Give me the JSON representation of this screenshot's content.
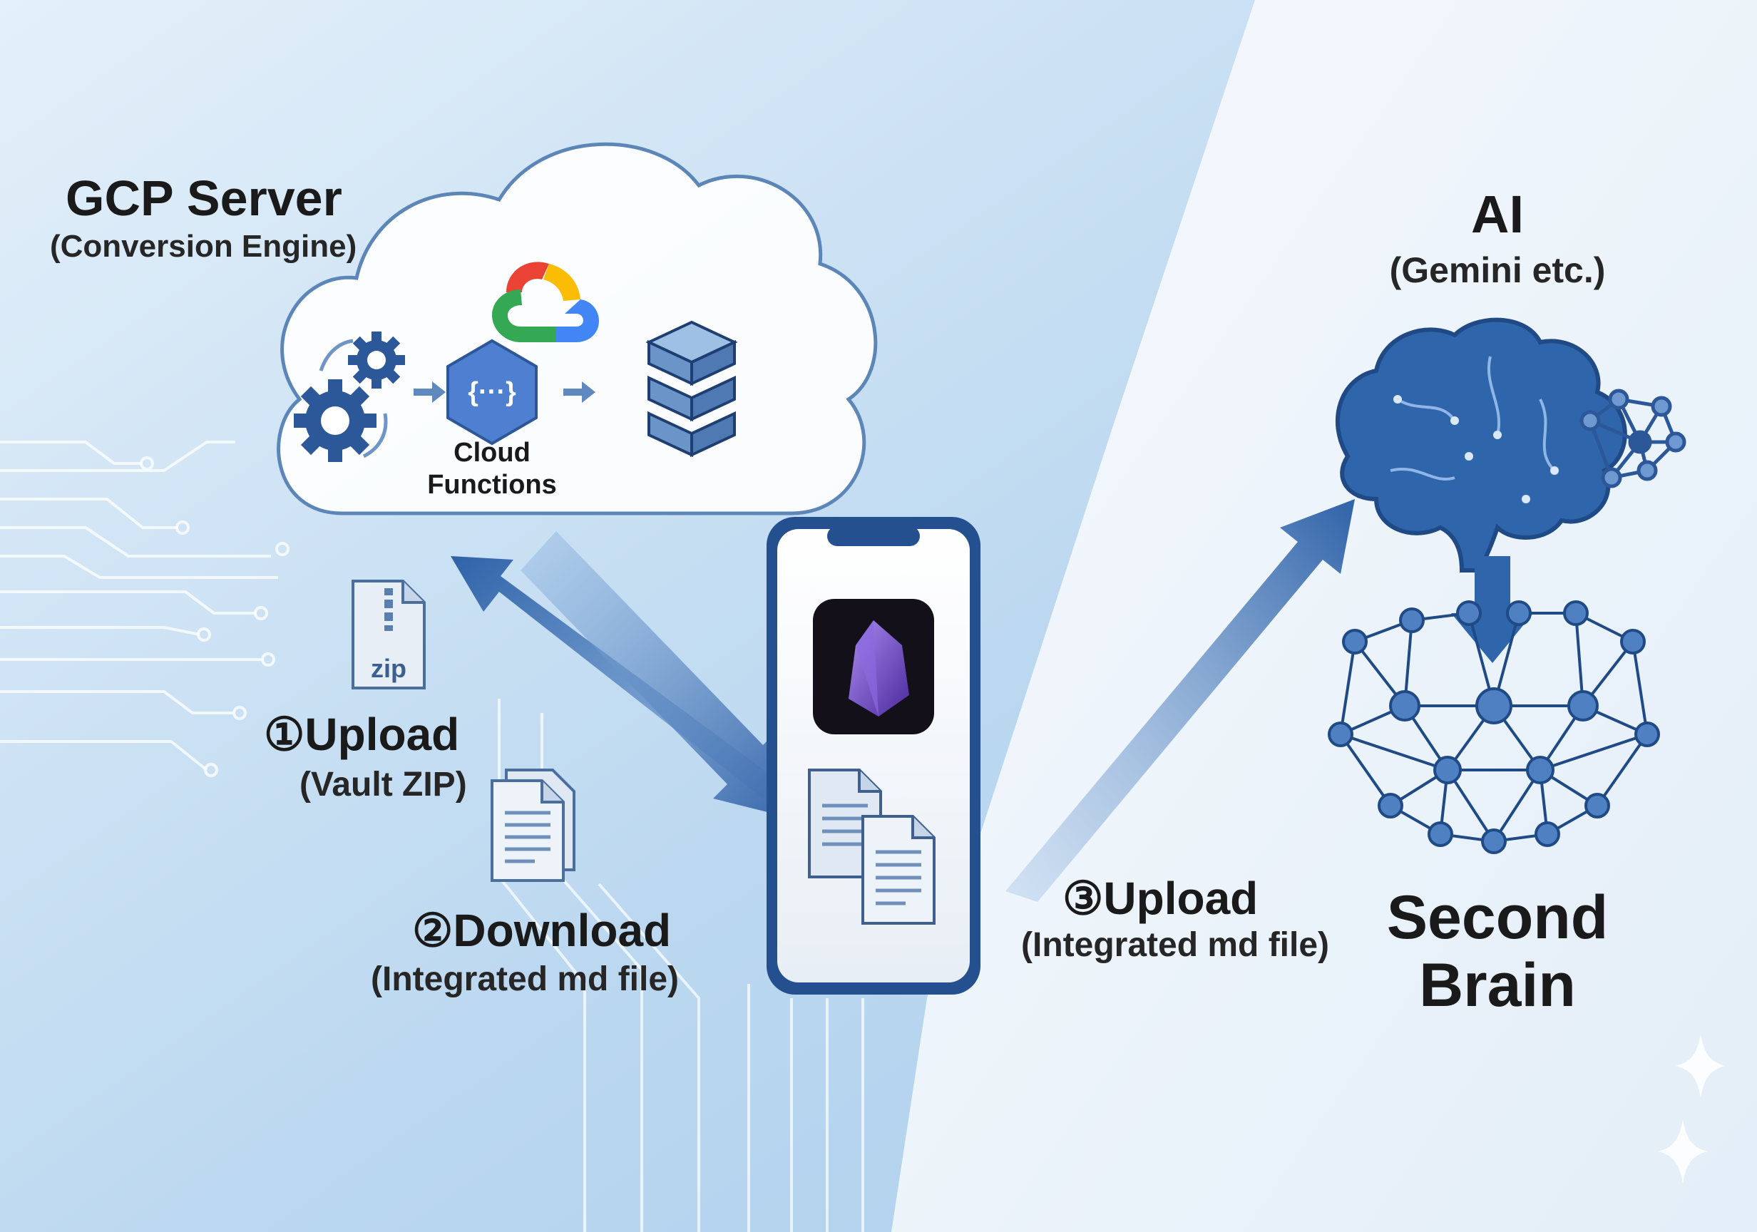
{
  "gcp": {
    "title": "GCP Server",
    "subtitle": "(Conversion Engine)",
    "functions_label_line1": "Cloud",
    "functions_label_line2": "Functions"
  },
  "ai": {
    "title": "AI",
    "subtitle": "(Gemini etc.)"
  },
  "second_brain": {
    "line1": "Second",
    "line2": "Brain"
  },
  "steps": [
    {
      "title": "①Upload",
      "subtitle": "(Vault ZIP)"
    },
    {
      "title": "②Download",
      "subtitle": "(Integrated md file)"
    },
    {
      "title": "③Upload",
      "subtitle": "(Integrated md file)"
    }
  ],
  "zip_file": {
    "label": "zip"
  },
  "icons": {
    "google_cloud": "google-cloud-logo-icon",
    "gears": "gears-icon",
    "cloud_functions": "cloud-functions-icon",
    "storage": "storage-stack-icon",
    "phone": "smartphone-icon",
    "obsidian": "obsidian-app-icon",
    "brain": "brain-icon",
    "network": "knowledge-network-icon",
    "sparkle": "sparkle-icon"
  },
  "colors": {
    "arrow_blue": "#3d6fb0",
    "dark_blue": "#2c5799",
    "brain_blue": "#2e65ab",
    "obsidian_purple": "#6a44c2",
    "google_red": "#ea4335",
    "google_yellow": "#fbbc04",
    "google_green": "#34a853",
    "google_blue": "#4285f4"
  }
}
